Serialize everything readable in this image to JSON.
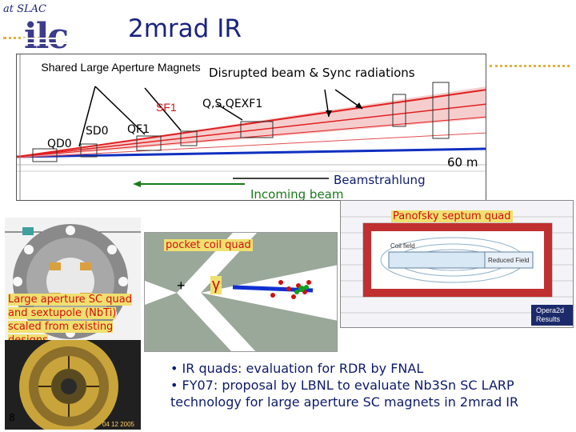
{
  "header": {
    "tag": "at SLAC",
    "logo_text": "ilc",
    "title": "2mrad IR"
  },
  "diagram": {
    "shared_magnets": "Shared Large Aperture Magnets",
    "disrupted": "Disrupted beam & Sync radiations",
    "sf1": "SF1",
    "qsqexf1": "Q,S,QEXF1",
    "qd0": "QD0",
    "sd0": "SD0",
    "qf1": "QF1",
    "distance": "60 m",
    "beamstrahlung": "Beamstrahlung",
    "incoming": "Incoming beam"
  },
  "panofsky": {
    "label": "Panofsky septum quad",
    "coil_label": "Coil field",
    "reduced_field": "Reduced Field",
    "opera": "Opera2d",
    "results": "Results"
  },
  "pocket": {
    "label": "pocket coil quad",
    "plus": "+",
    "gamma": "γ"
  },
  "cross_section": {
    "caption": "Large aperture SC quad and sextupole (NbTi) scaled from existing designs"
  },
  "photo": {
    "stamp": "04 12 2005"
  },
  "bullets": [
    "• IR quads: evaluation for RDR by FNAL",
    "• FY07: proposal by LBNL to evaluate Nb3Sn SC LARP technology for large aperture SC magnets in 2mrad IR"
  ],
  "page_number": "8",
  "colors": {
    "title_blue": "#1a237e",
    "beam_red": "#e02020",
    "beam_blue": "#1030c0",
    "label_red": "#d01010",
    "label_yellow": "#f0e070"
  }
}
